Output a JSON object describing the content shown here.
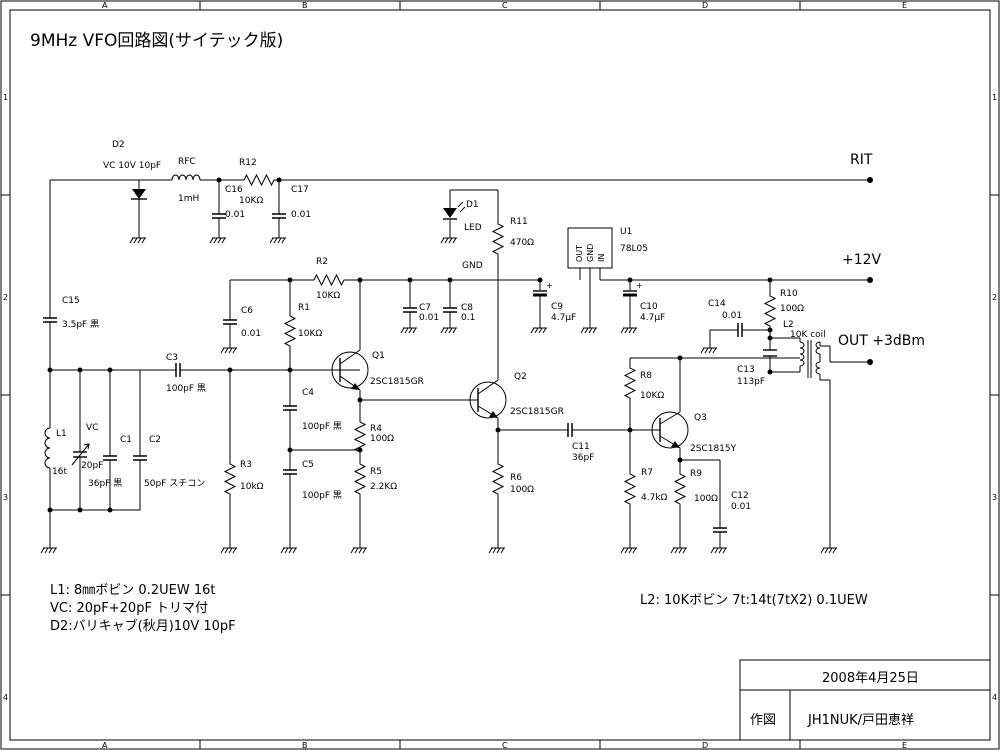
{
  "title": "9MHz VFO回路図(サイテック版)",
  "border_cols": [
    "A",
    "B",
    "C",
    "D",
    "E"
  ],
  "border_rows": [
    "1",
    "2",
    "3",
    "4"
  ],
  "nets": {
    "rit": "RIT",
    "v12": "+12V",
    "out": "OUT +3dBm",
    "gnd": "GND"
  },
  "parts": {
    "d2": "D2",
    "d2_val": "VC 10V 10pF",
    "rfc": "RFC",
    "rfc_val": "1mH",
    "r12": "R12",
    "r12_val": "10KΩ",
    "c16": "C16",
    "c16_val": "0.01",
    "c17": "C17",
    "c17_val": "0.01",
    "d1": "D1",
    "d1_val": "LED",
    "r11": "R11",
    "r11_val": "470Ω",
    "u1": "U1",
    "u1_val": "78L05",
    "u1_pins": [
      "OUT",
      "GND",
      "IN"
    ],
    "r2": "R2",
    "r2_val": "10KΩ",
    "c6": "C6",
    "c6_val": "0.01",
    "r1": "R1",
    "r1_val": "10KΩ",
    "c7": "C7",
    "c7_val": "0.01",
    "c8": "C8",
    "c8_val": "0.1",
    "c9": "C9",
    "c9_val": "4.7μF",
    "c10": "C10",
    "c10_val": "4.7μF",
    "c15": "C15",
    "c15_val": "3.5pF 黒",
    "c3": "C3",
    "c3_val": "100pF 黒",
    "q1": "Q1",
    "q1_val": "2SC1815GR",
    "q2": "Q2",
    "q2_val": "2SC1815GR",
    "q3": "Q3",
    "q3_val": "2SC1815Y",
    "c4": "C4",
    "c4_val": "100pF 黒",
    "r4": "R4",
    "r4_val": "100Ω",
    "c5": "C5",
    "c5_val": "100pF 黒",
    "r5": "R5",
    "r5_val": "2.2KΩ",
    "l1": "L1",
    "l1_val": "16t",
    "vc": "VC",
    "vc_val": "20pF",
    "c1": "C1",
    "c1_val": "36pF 黒",
    "c2": "C2",
    "c2_val": "50pF スチコン",
    "r3": "R3",
    "r3_val": "10kΩ",
    "r6": "R6",
    "r6_val": "100Ω",
    "c11": "C11",
    "c11_val": "36pF",
    "r8": "R8",
    "r8_val": "10KΩ",
    "r7": "R7",
    "r7_val": "4.7kΩ",
    "r9": "R9",
    "r9_val": "100Ω",
    "c12": "C12",
    "c12_val": "0.01",
    "r10": "R10",
    "r10_val": "100Ω",
    "c14": "C14",
    "c14_val": "0.01",
    "l2": "L2",
    "l2_val": "10K coil",
    "c13": "C13",
    "c13_val": "113pF"
  },
  "notes": [
    "L1: 8㎜ボビン 0.2UEW 16t",
    "VC: 20pF+20pF トリマ付",
    "D2:バリキャブ(秋月)10V 10pF"
  ],
  "note_l2": "L2: 10Kボビン 7t:14t(7tX2) 0.1UEW",
  "title_block": {
    "date": "2008年4月25日",
    "label": "作図",
    "author": "JH1NUK/戸田恵祥"
  }
}
